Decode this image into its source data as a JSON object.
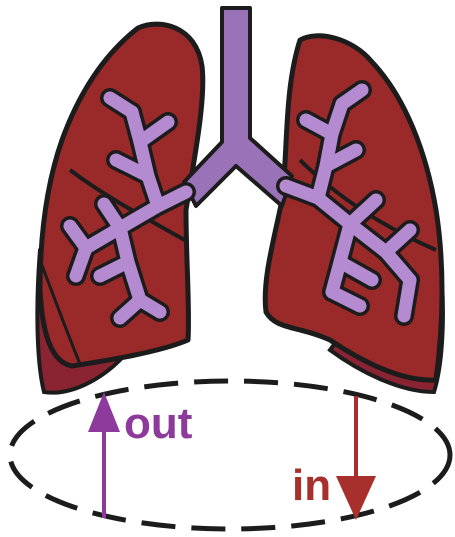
{
  "labels": {
    "out": "out",
    "in": "in"
  },
  "colors": {
    "lung": "#9a2a2a",
    "lung_lower": "#8a2432",
    "outline": "#1c1c1c",
    "airway": "#9a72b8",
    "bronchi": "#b48ad0",
    "out_arrow": "#8e3a9c",
    "in_arrow": "#a8302c",
    "dash": "#1c1c1c"
  },
  "icons": {
    "trachea": "trachea-icon",
    "left_lung": "left-lung-icon",
    "right_lung": "right-lung-icon",
    "diaphragm": "diaphragm-ellipse",
    "out_arrow": "arrow-up-icon",
    "in_arrow": "arrow-down-icon"
  }
}
